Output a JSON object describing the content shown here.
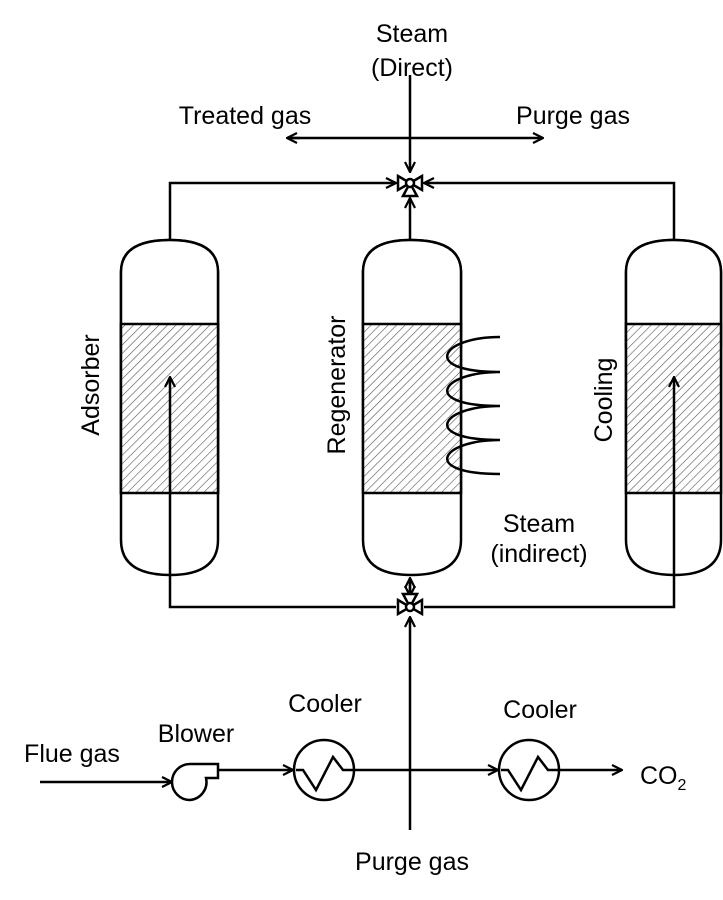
{
  "labels": {
    "steam_direct_1": "Steam",
    "steam_direct_2": "(Direct)",
    "treated_gas": "Treated gas",
    "purge_gas_top": "Purge gas",
    "adsorber": "Adsorber",
    "regenerator": "Regenerator",
    "cooling": "Cooling",
    "steam_indirect_1": "Steam",
    "steam_indirect_2": "(indirect)",
    "flue_gas": "Flue gas",
    "blower": "Blower",
    "cooler_1": "Cooler",
    "cooler_2": "Cooler",
    "co2": "CO",
    "co2_sub": "2",
    "purge_gas_bottom": "Purge gas"
  },
  "colors": {
    "line": "#000000",
    "packing_hatch": "#555555"
  }
}
